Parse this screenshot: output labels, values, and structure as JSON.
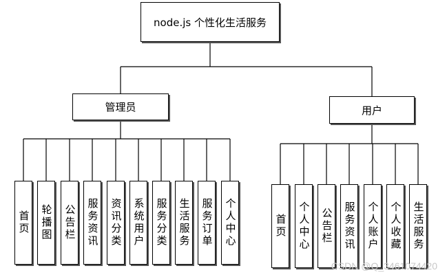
{
  "root": {
    "label": "node.js 个性化生活服务"
  },
  "admin": {
    "label": "管理员",
    "children": [
      "首页",
      "轮播图",
      "公告栏",
      "服务资讯",
      "资讯分类",
      "系统用户",
      "服务分类",
      "生活服务",
      "服务订单",
      "个人中心"
    ]
  },
  "user": {
    "label": "用户",
    "children": [
      "首页",
      "个人中心",
      "公告栏",
      "服务资讯",
      "个人账户",
      "个人收藏",
      "生活服务"
    ]
  },
  "watermark": "CSDN @Q_3461074420"
}
